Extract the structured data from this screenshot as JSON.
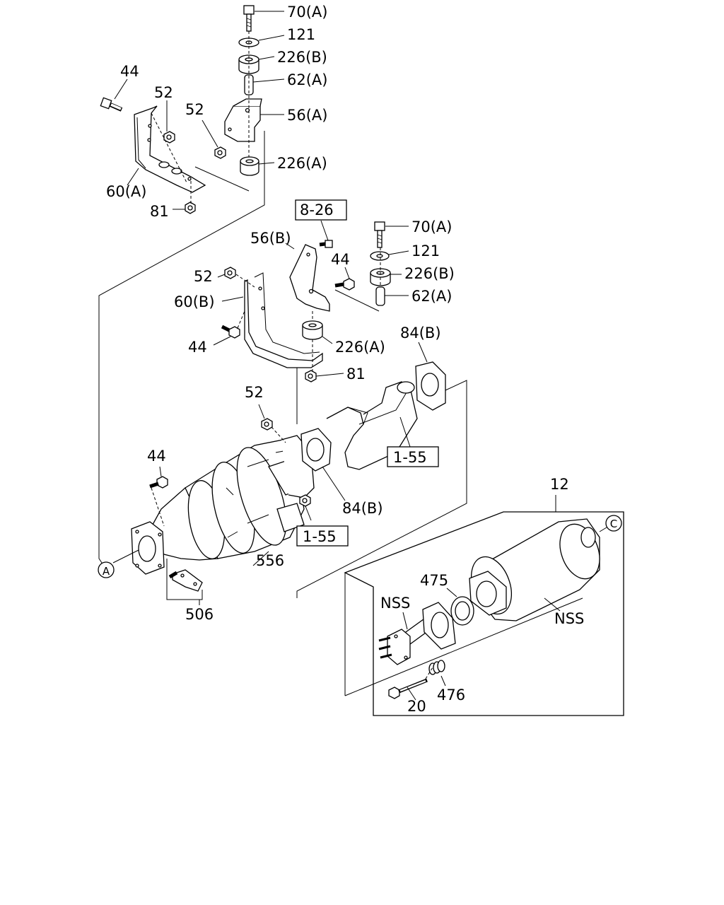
{
  "callouts": {
    "c70a_top": "70(A)",
    "c121_top": "121",
    "c226b_top": "226(B)",
    "c62a_top": "62(A)",
    "c56a": "56(A)",
    "c226a_top": "226(A)",
    "c44_tl": "44",
    "c52_tl1": "52",
    "c52_tl2": "52",
    "c60a": "60(A)",
    "c81_top": "81",
    "c56b": "56(B)",
    "c44_mid": "44",
    "c70a_mid": "70(A)",
    "c121_mid": "121",
    "c226b_mid": "226(B)",
    "c62a_mid": "62(A)",
    "c52_mid": "52",
    "c60b": "60(B)",
    "c44_left": "44",
    "c226a_mid": "226(A)",
    "c84b_top": "84(B)",
    "c81_mid": "81",
    "c52_low": "52",
    "c44_low": "44",
    "c84b_low": "84(B)",
    "c556": "556",
    "c506": "506",
    "c12": "12",
    "c475": "475",
    "c476": "476",
    "c20": "20",
    "nss_left": "NSS",
    "nss_right": "NSS"
  },
  "references": {
    "ref_8_26": "8-26",
    "ref_1_55_a": "1-55",
    "ref_1_55_b": "1-55"
  },
  "connectors": {
    "a": "A",
    "c": "C"
  }
}
